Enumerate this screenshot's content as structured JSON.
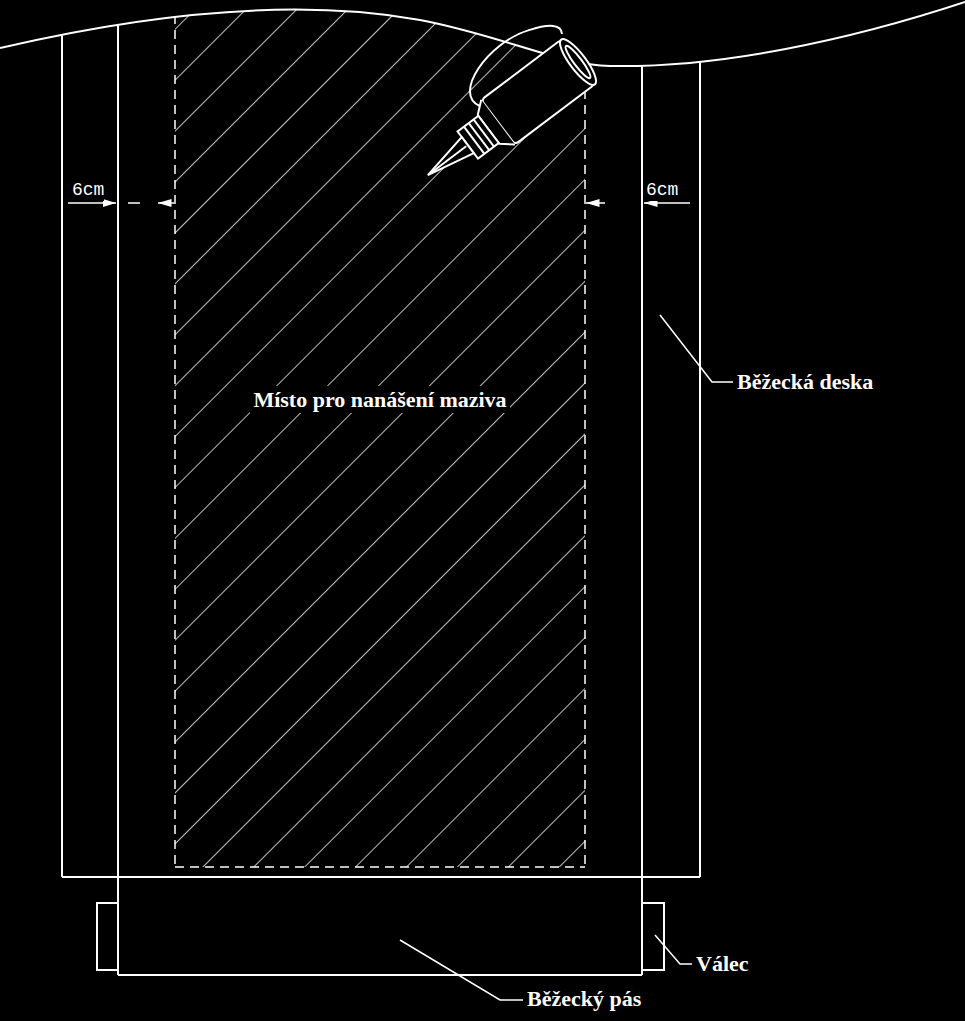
{
  "diagram": {
    "nodes": [
      {
        "text": [
          "Místo pro nanášení maziva"
        ]
      }
    ],
    "labels": [
      "6cm",
      "6cm",
      "Běžecká deska",
      "Válec",
      "Běžecký pás"
    ]
  }
}
